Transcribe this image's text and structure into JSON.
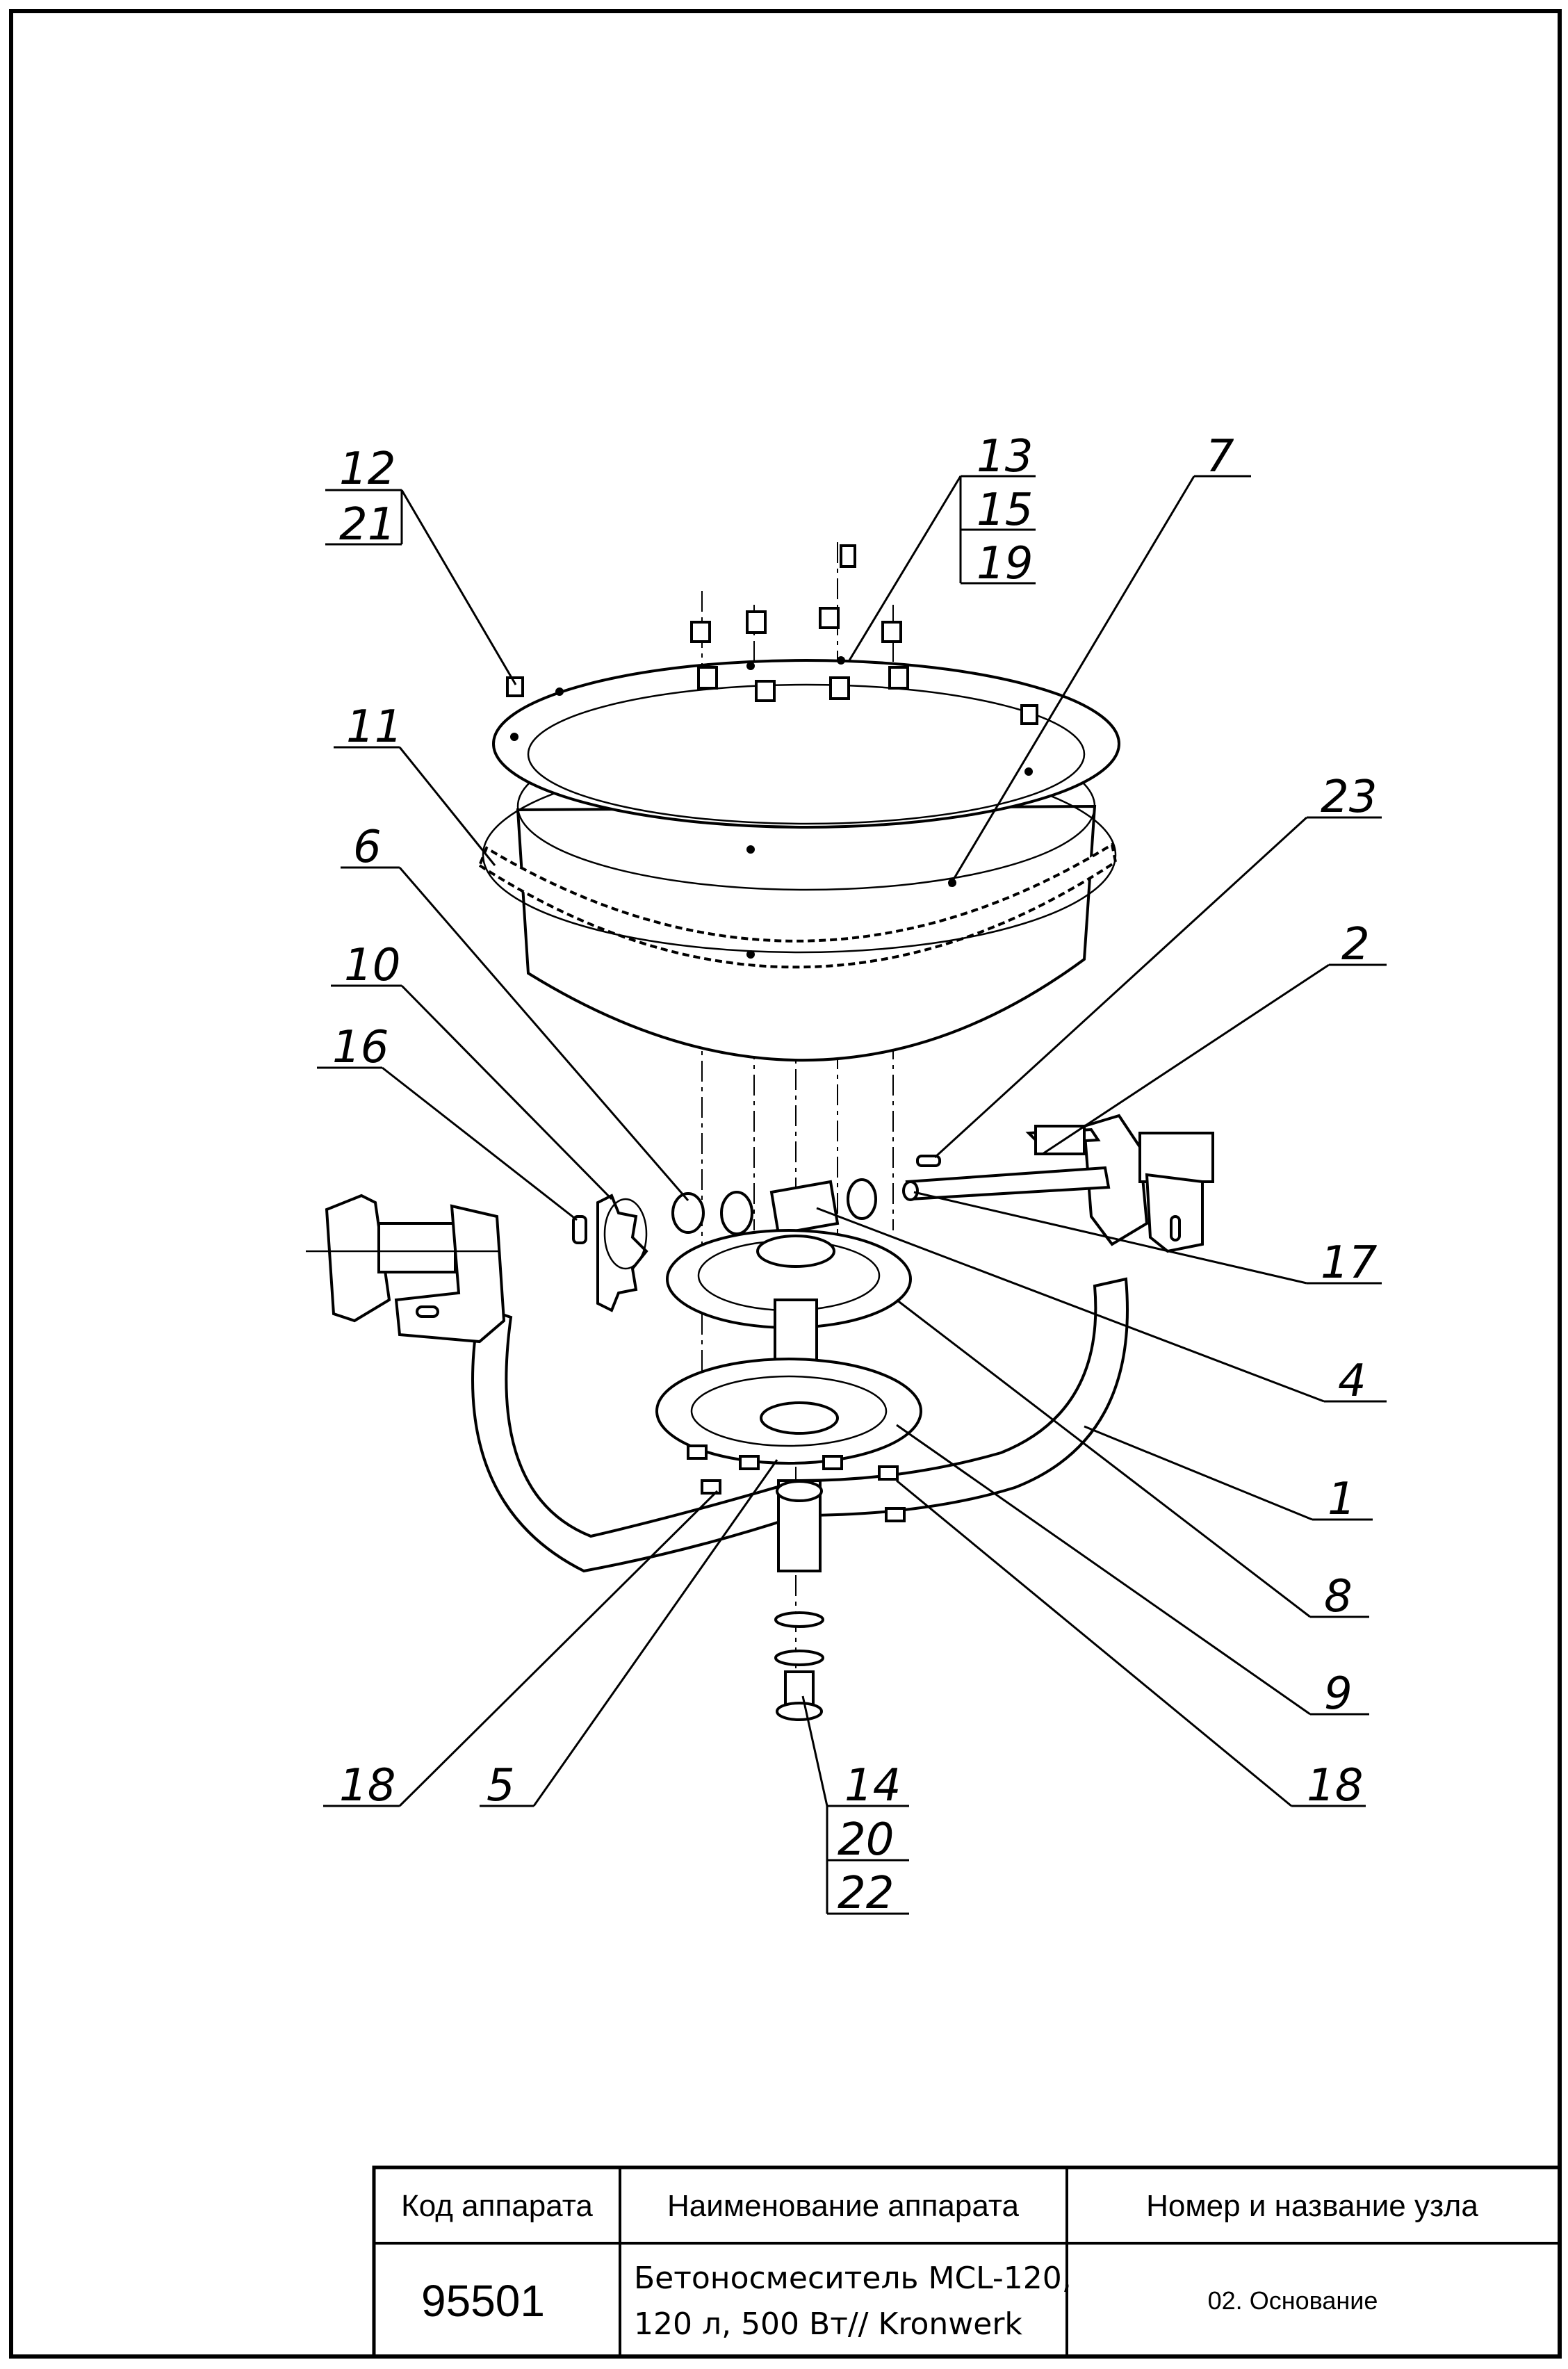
{
  "callouts": {
    "c12": "12",
    "c21": "21",
    "c13": "13",
    "c15": "15",
    "c19": "19",
    "c7": "7",
    "c11": "11",
    "c6": "6",
    "c10": "10",
    "c16": "16",
    "c23": "23",
    "c2": "2",
    "c17": "17",
    "c4": "4",
    "c1": "1",
    "c8": "8",
    "c9": "9",
    "c18a": "18",
    "c5": "5",
    "c18b": "18",
    "c14": "14",
    "c20": "20",
    "c22": "22"
  },
  "title_block": {
    "header_code": "Код аппарата",
    "header_name": "Наименование аппарата",
    "header_unit": "Номер и название узла",
    "code": "95501",
    "name_line1": "Бетоносмеситель MCL-120,",
    "name_line2": "120 л, 500 Вт// Kronwerk",
    "unit": "02. Основание"
  }
}
